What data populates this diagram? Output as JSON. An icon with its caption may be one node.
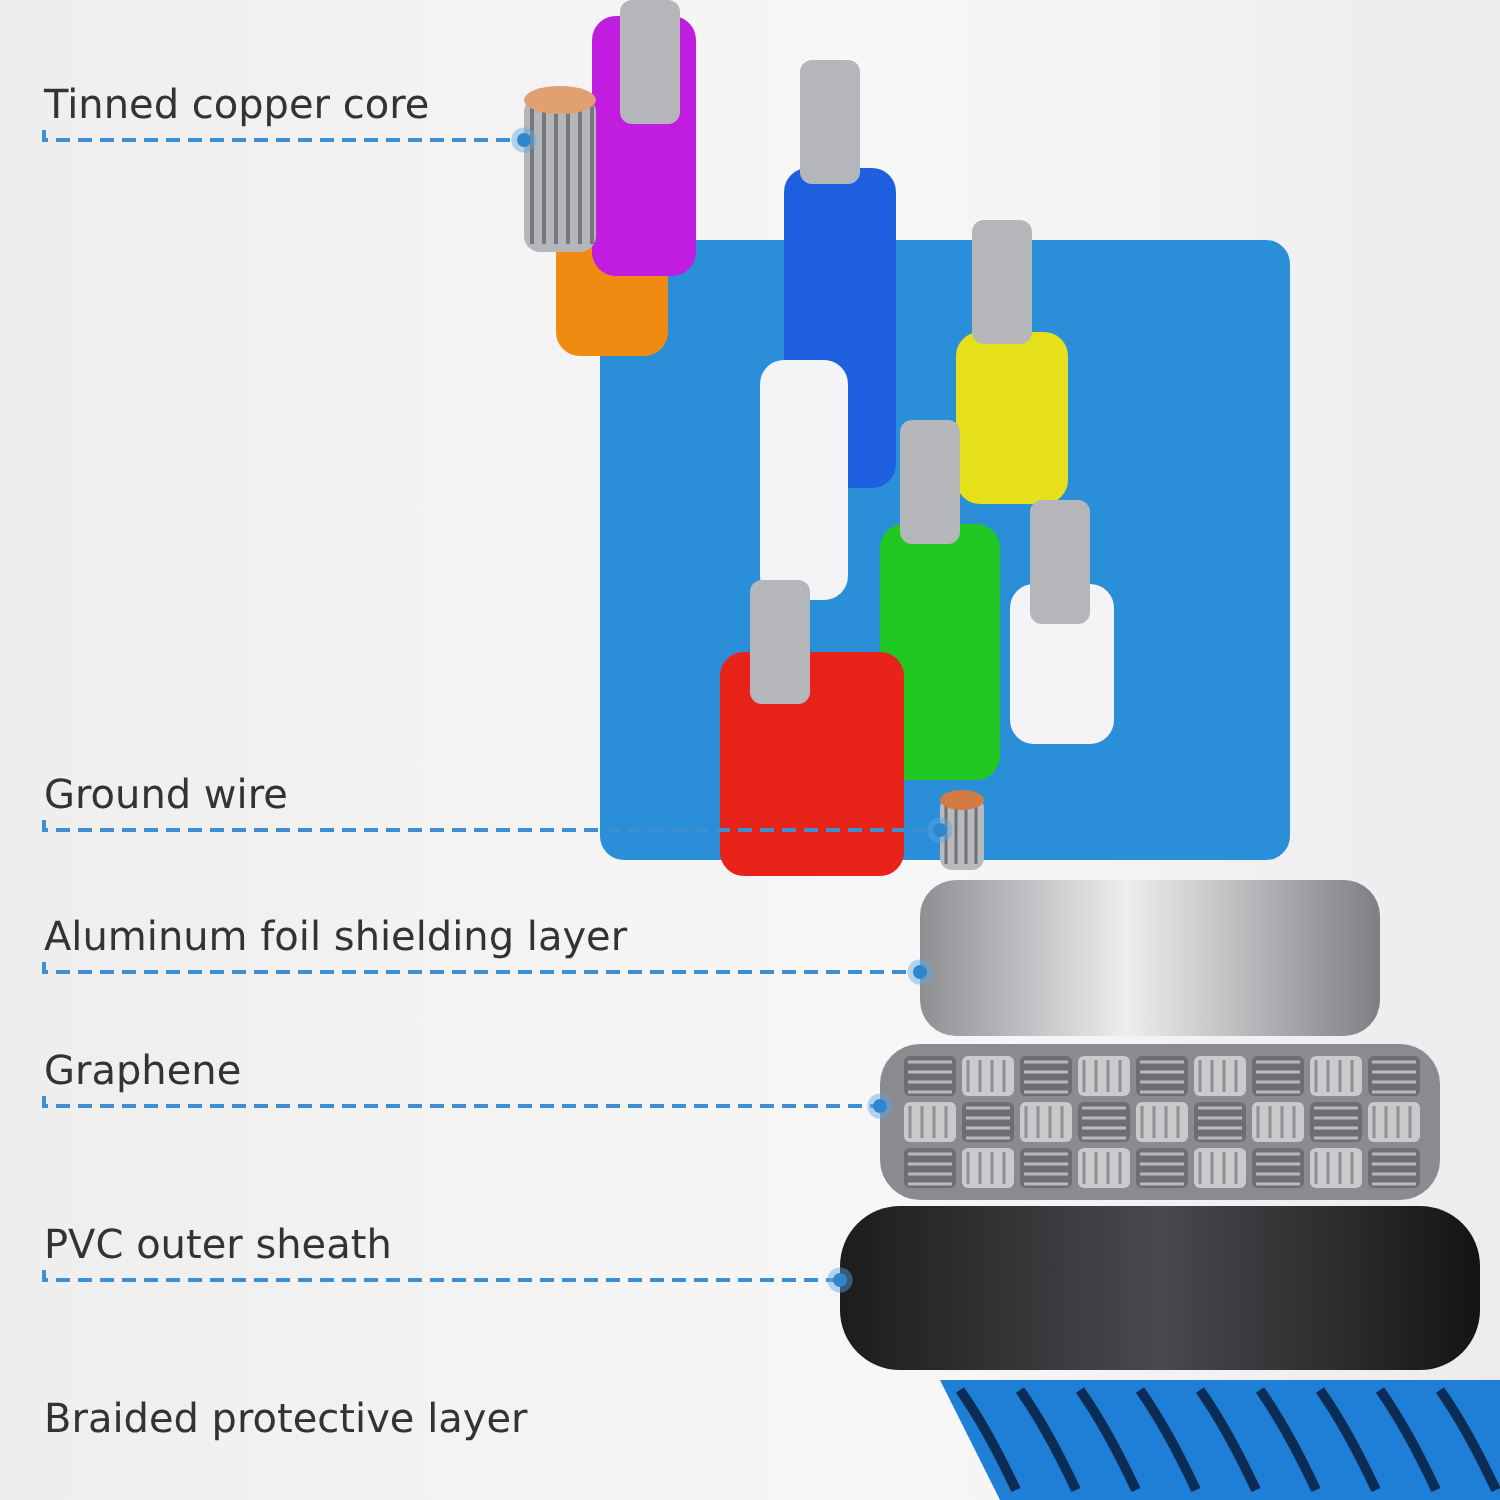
{
  "diagram": {
    "nodes": [
      {
        "text": [
          "Tinned copper core"
        ]
      },
      {
        "text": [
          "Ground wire"
        ]
      },
      {
        "text": [
          "Aluminum foil shielding layer"
        ]
      },
      {
        "text": [
          "Graphene"
        ]
      },
      {
        "text": [
          "PVC outer sheath"
        ]
      },
      {
        "text": [],
        "shape": "picture"
      },
      {
        "text": [],
        "shape": "picture"
      },
      {
        "text": [],
        "shape": "picture"
      },
      {
        "text": [],
        "shape": "picture"
      },
      {
        "text": [],
        "shape": "picture"
      }
    ],
    "edges": [
      {
        "from": 0,
        "to": 5,
        "arrow": "other",
        "style": "dashed"
      },
      {
        "from": 1,
        "to": 6,
        "arrow": "other",
        "style": "dashed"
      },
      {
        "from": 2,
        "to": 7,
        "arrow": "other",
        "style": "dashed"
      },
      {
        "from": 3,
        "to": 8,
        "arrow": "other",
        "style": "dashed"
      },
      {
        "from": 4,
        "to": 9,
        "arrow": "other",
        "style": "dashed"
      }
    ],
    "labels": [
      "Braided protective layer"
    ]
  }
}
